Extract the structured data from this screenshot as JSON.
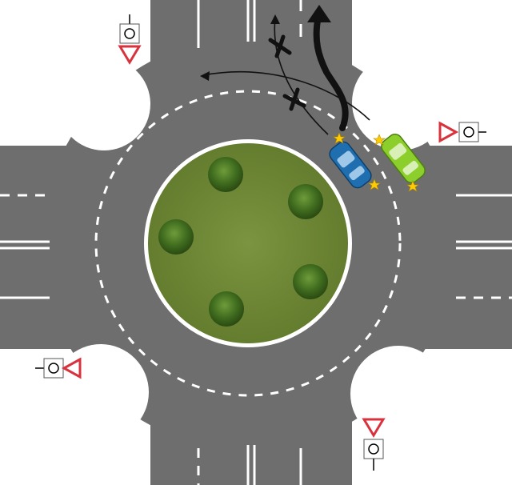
{
  "colors": {
    "road": "#6e6e6e",
    "lane_marking": "#ffffff",
    "grass": "#6f8a34",
    "bush": "#3f6b1e",
    "blue_car": "#1f6fb0",
    "green_car": "#8ccf2c",
    "sign_red": "#d8323c",
    "path": "#111111",
    "impact": "#ffcc00"
  },
  "signs": [
    {
      "icon": "yield-triangle-icon",
      "direction": "down",
      "corner": "top-left"
    },
    {
      "icon": "yield-triangle-icon",
      "direction": "right",
      "corner": "right"
    },
    {
      "icon": "yield-triangle-icon",
      "direction": "left",
      "corner": "left"
    },
    {
      "icon": "yield-triangle-icon",
      "direction": "down",
      "corner": "bottom-right"
    }
  ],
  "vehicles": [
    {
      "name": "blue-car",
      "color": "blue"
    },
    {
      "name": "green-car",
      "color": "green"
    }
  ],
  "bushes": 5,
  "forbidden_paths": 2
}
